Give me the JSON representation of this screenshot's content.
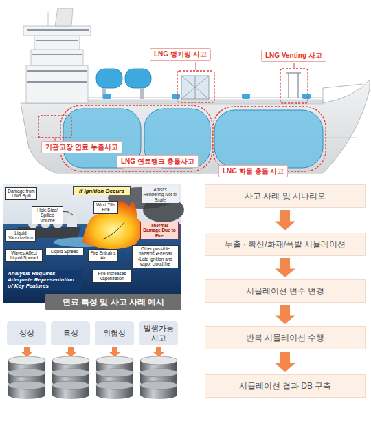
{
  "diagram": {
    "nodes": [
      {
        "text": [
          "LNG 벙커링 사고"
        ]
      },
      {
        "text": [
          "LNG Venting 사고"
        ]
      },
      {
        "text": [
          "기관고장 연료 누출사고"
        ]
      },
      {
        "text": [
          "LNG 연료탱크 충돌사고"
        ]
      },
      {
        "text": [
          "LNG 화물 충돌 사고"
        ]
      },
      {
        "text": [
          "연료 특성 및 사고 사례 예시"
        ]
      },
      {
        "text": [
          "성상"
        ]
      },
      {
        "text": [
          "특성"
        ]
      },
      {
        "text": [
          "위험성"
        ]
      },
      {
        "text": [
          "발생가능 사고"
        ]
      },
      {
        "text": [
          "사고 사례 및 시나리오"
        ]
      },
      {
        "text": [
          "누출 · 확산/화재/폭발 시뮬레이션"
        ]
      },
      {
        "text": [
          "시뮬레이션 변수 변경"
        ]
      },
      {
        "text": [
          "반복 시뮬레이션 수행"
        ]
      },
      {
        "text": [
          "시뮬레이션 결과 DB 구축"
        ]
      }
    ],
    "edges": [
      {
        "from": 10,
        "to": 11,
        "arrow": "to"
      },
      {
        "from": 11,
        "to": 12,
        "arrow": "to"
      },
      {
        "from": 12,
        "to": 13,
        "arrow": "to"
      },
      {
        "from": 13,
        "to": 14,
        "arrow": "to"
      }
    ],
    "labels": [
      "Damage from LNG Spill",
      "If Ignition Occurs",
      "Artist's Rendering Not to Scale",
      "Hole Size/ Spilled Volume",
      "Wind Tilts Fire",
      "Liquid Spread",
      "Liquid Vaporization",
      "Waves Affect Liquid Spread",
      "Thermal Damage Due to Fire",
      "Fire Entrains Air",
      "Other possible hazards •Fireball •Late ignition and vapor cloud fire",
      "Analysis Requires Adequate Representation of Key Features",
      "Fire Increases Vaporization"
    ]
  }
}
